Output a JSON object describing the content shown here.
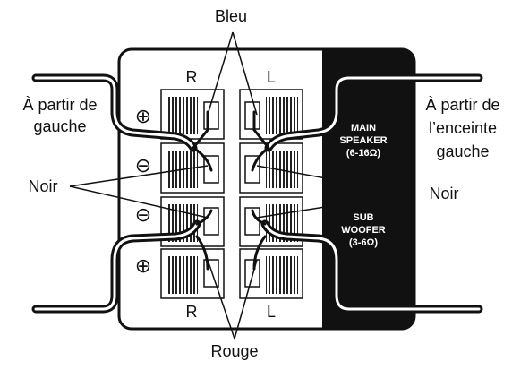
{
  "labels": {
    "top": "Bleu",
    "bottom": "Rouge",
    "left_line1": "À partir de",
    "left_line2": "gauche",
    "right_line1": "À partir de",
    "right_line2": "l’enceinte",
    "right_line3": "gauche",
    "noir_left": "Noir",
    "noir_right": "Noir",
    "col_r_top": "R",
    "col_l_top": "L",
    "col_r_bottom": "R",
    "col_l_bottom": "L"
  },
  "panel": {
    "main_line1": "MAIN",
    "main_line2": "SPEAKER",
    "main_line3": "(6-16Ω)",
    "sub_line1": "SUB",
    "sub_line2": "WOOFER",
    "sub_line3": "(3-6Ω)"
  },
  "polarity": [
    "⊕",
    "⊖",
    "⊖",
    "⊕"
  ],
  "colors": {
    "ink": "#111111",
    "panel": "#111111",
    "background": "#ffffff"
  }
}
